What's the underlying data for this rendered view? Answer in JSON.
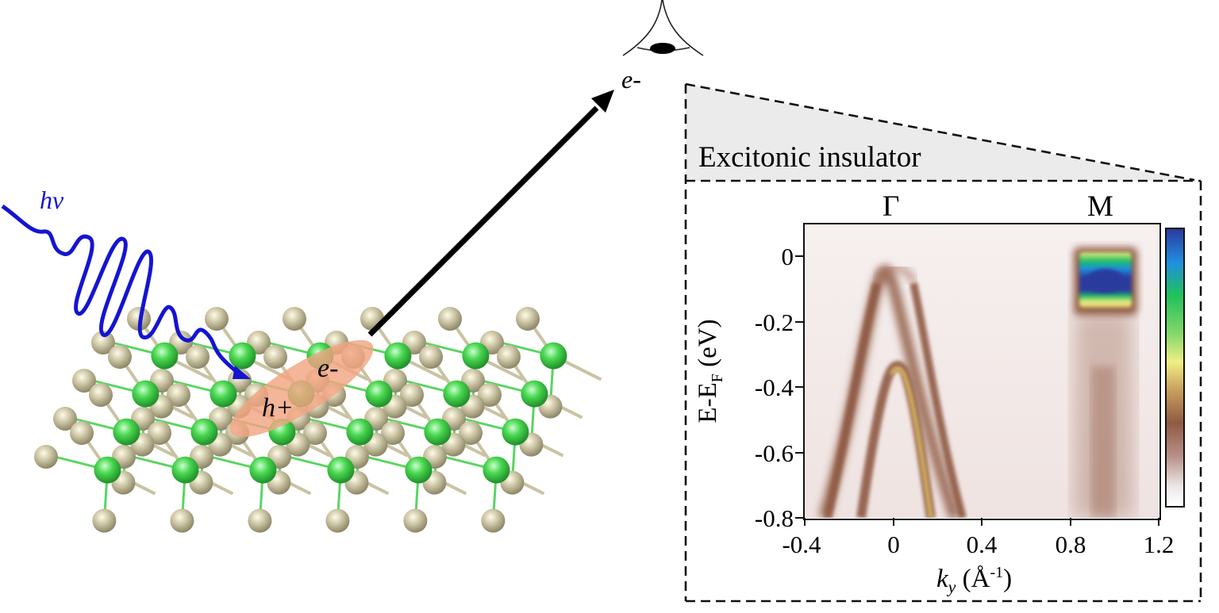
{
  "left_panel": {
    "photon_label": "hν",
    "exciton_hole_label": "h+",
    "exciton_electron_label": "e-",
    "emitted_electron_label": "e-",
    "colors": {
      "photon_wave": "#1414d2",
      "exciton_ellipse": "#f2a582",
      "chalcogen_atom": "#bdb79a",
      "metal_atom": "#3fcf4a",
      "arrow": "#000000"
    }
  },
  "detector": {
    "icon": "eye-icon"
  },
  "right_panel": {
    "title": "Excitonic insulator",
    "high_symmetry_points": [
      "Γ",
      "M"
    ],
    "y_axis_label": "E-E",
    "y_axis_label_sub": "F",
    "y_axis_label_unit": " (eV)",
    "x_axis_label": "k",
    "x_axis_label_sub": "y",
    "x_axis_label_unit": " (Å",
    "x_axis_label_exp": "-1",
    "x_axis_label_close": ")"
  },
  "chart_data": {
    "type": "heatmap",
    "title": "Excitonic insulator",
    "xlabel": "k_y (Å^-1)",
    "ylabel": "E-E_F (eV)",
    "xlim": [
      -0.4,
      1.2
    ],
    "ylim": [
      -0.8,
      0.1
    ],
    "x_ticks": [
      "-0.4",
      "0",
      "0.4",
      "0.8",
      "1.2"
    ],
    "y_ticks": [
      "0",
      "-0.2",
      "-0.4",
      "-0.6",
      "-0.8"
    ],
    "annotations": [
      {
        "text": "Γ",
        "x": 0.0
      },
      {
        "text": "M",
        "x": 0.95
      }
    ],
    "features": [
      {
        "name": "outer valence band at Γ",
        "apex_k": 0.0,
        "apex_E": -0.05,
        "intensity": "medium",
        "color": "#8f5a43"
      },
      {
        "name": "inner valence band at Γ",
        "apex_k": 0.0,
        "apex_E": -0.35,
        "intensity": "high",
        "color": "#d4b35a"
      },
      {
        "name": "conduction band pocket at M",
        "k_range": [
          0.85,
          1.05
        ],
        "E_range": [
          -0.17,
          0.02
        ],
        "intensity": "max",
        "color": "#2b3a9e"
      },
      {
        "name": "weak band at M",
        "k_center": 0.95,
        "E_range": [
          -0.8,
          -0.3
        ],
        "intensity": "low"
      }
    ],
    "colorbar": {
      "colors": [
        "#2b3a9e",
        "#1f8fe0",
        "#1fc25a",
        "#86d86a",
        "#f0ef86",
        "#c9a05e",
        "#8f5a43",
        "#b89088",
        "#eee7e7",
        "#ffffff"
      ],
      "direction": "high-to-low top-to-bottom"
    },
    "grid": false
  }
}
